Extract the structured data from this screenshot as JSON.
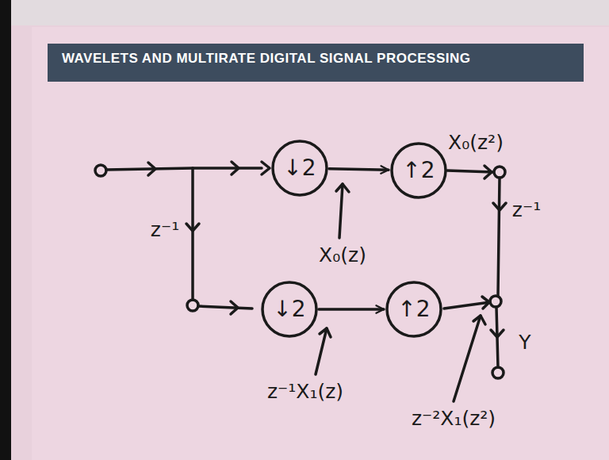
{
  "diagram": {
    "title": "WAVELETS AND MULTIRATE DIGITAL SIGNAL PROCESSING",
    "nodes": [
      {
        "text": [
          "↓2"
        ]
      },
      {
        "text": [
          "↑2"
        ]
      },
      {
        "text": [
          "↓2"
        ]
      },
      {
        "text": [
          "↑2"
        ]
      }
    ],
    "edges": [
      {
        "from": 0,
        "to": 1,
        "arrow": "to"
      },
      {
        "from": 2,
        "to": 3,
        "arrow": "to"
      }
    ],
    "labels": [
      "X₀(z²)",
      "z⁻¹",
      "z⁻¹",
      "X₀(z)",
      "Y",
      "z⁻¹X₁(z)",
      "z⁻²X₁(z²)"
    ]
  }
}
